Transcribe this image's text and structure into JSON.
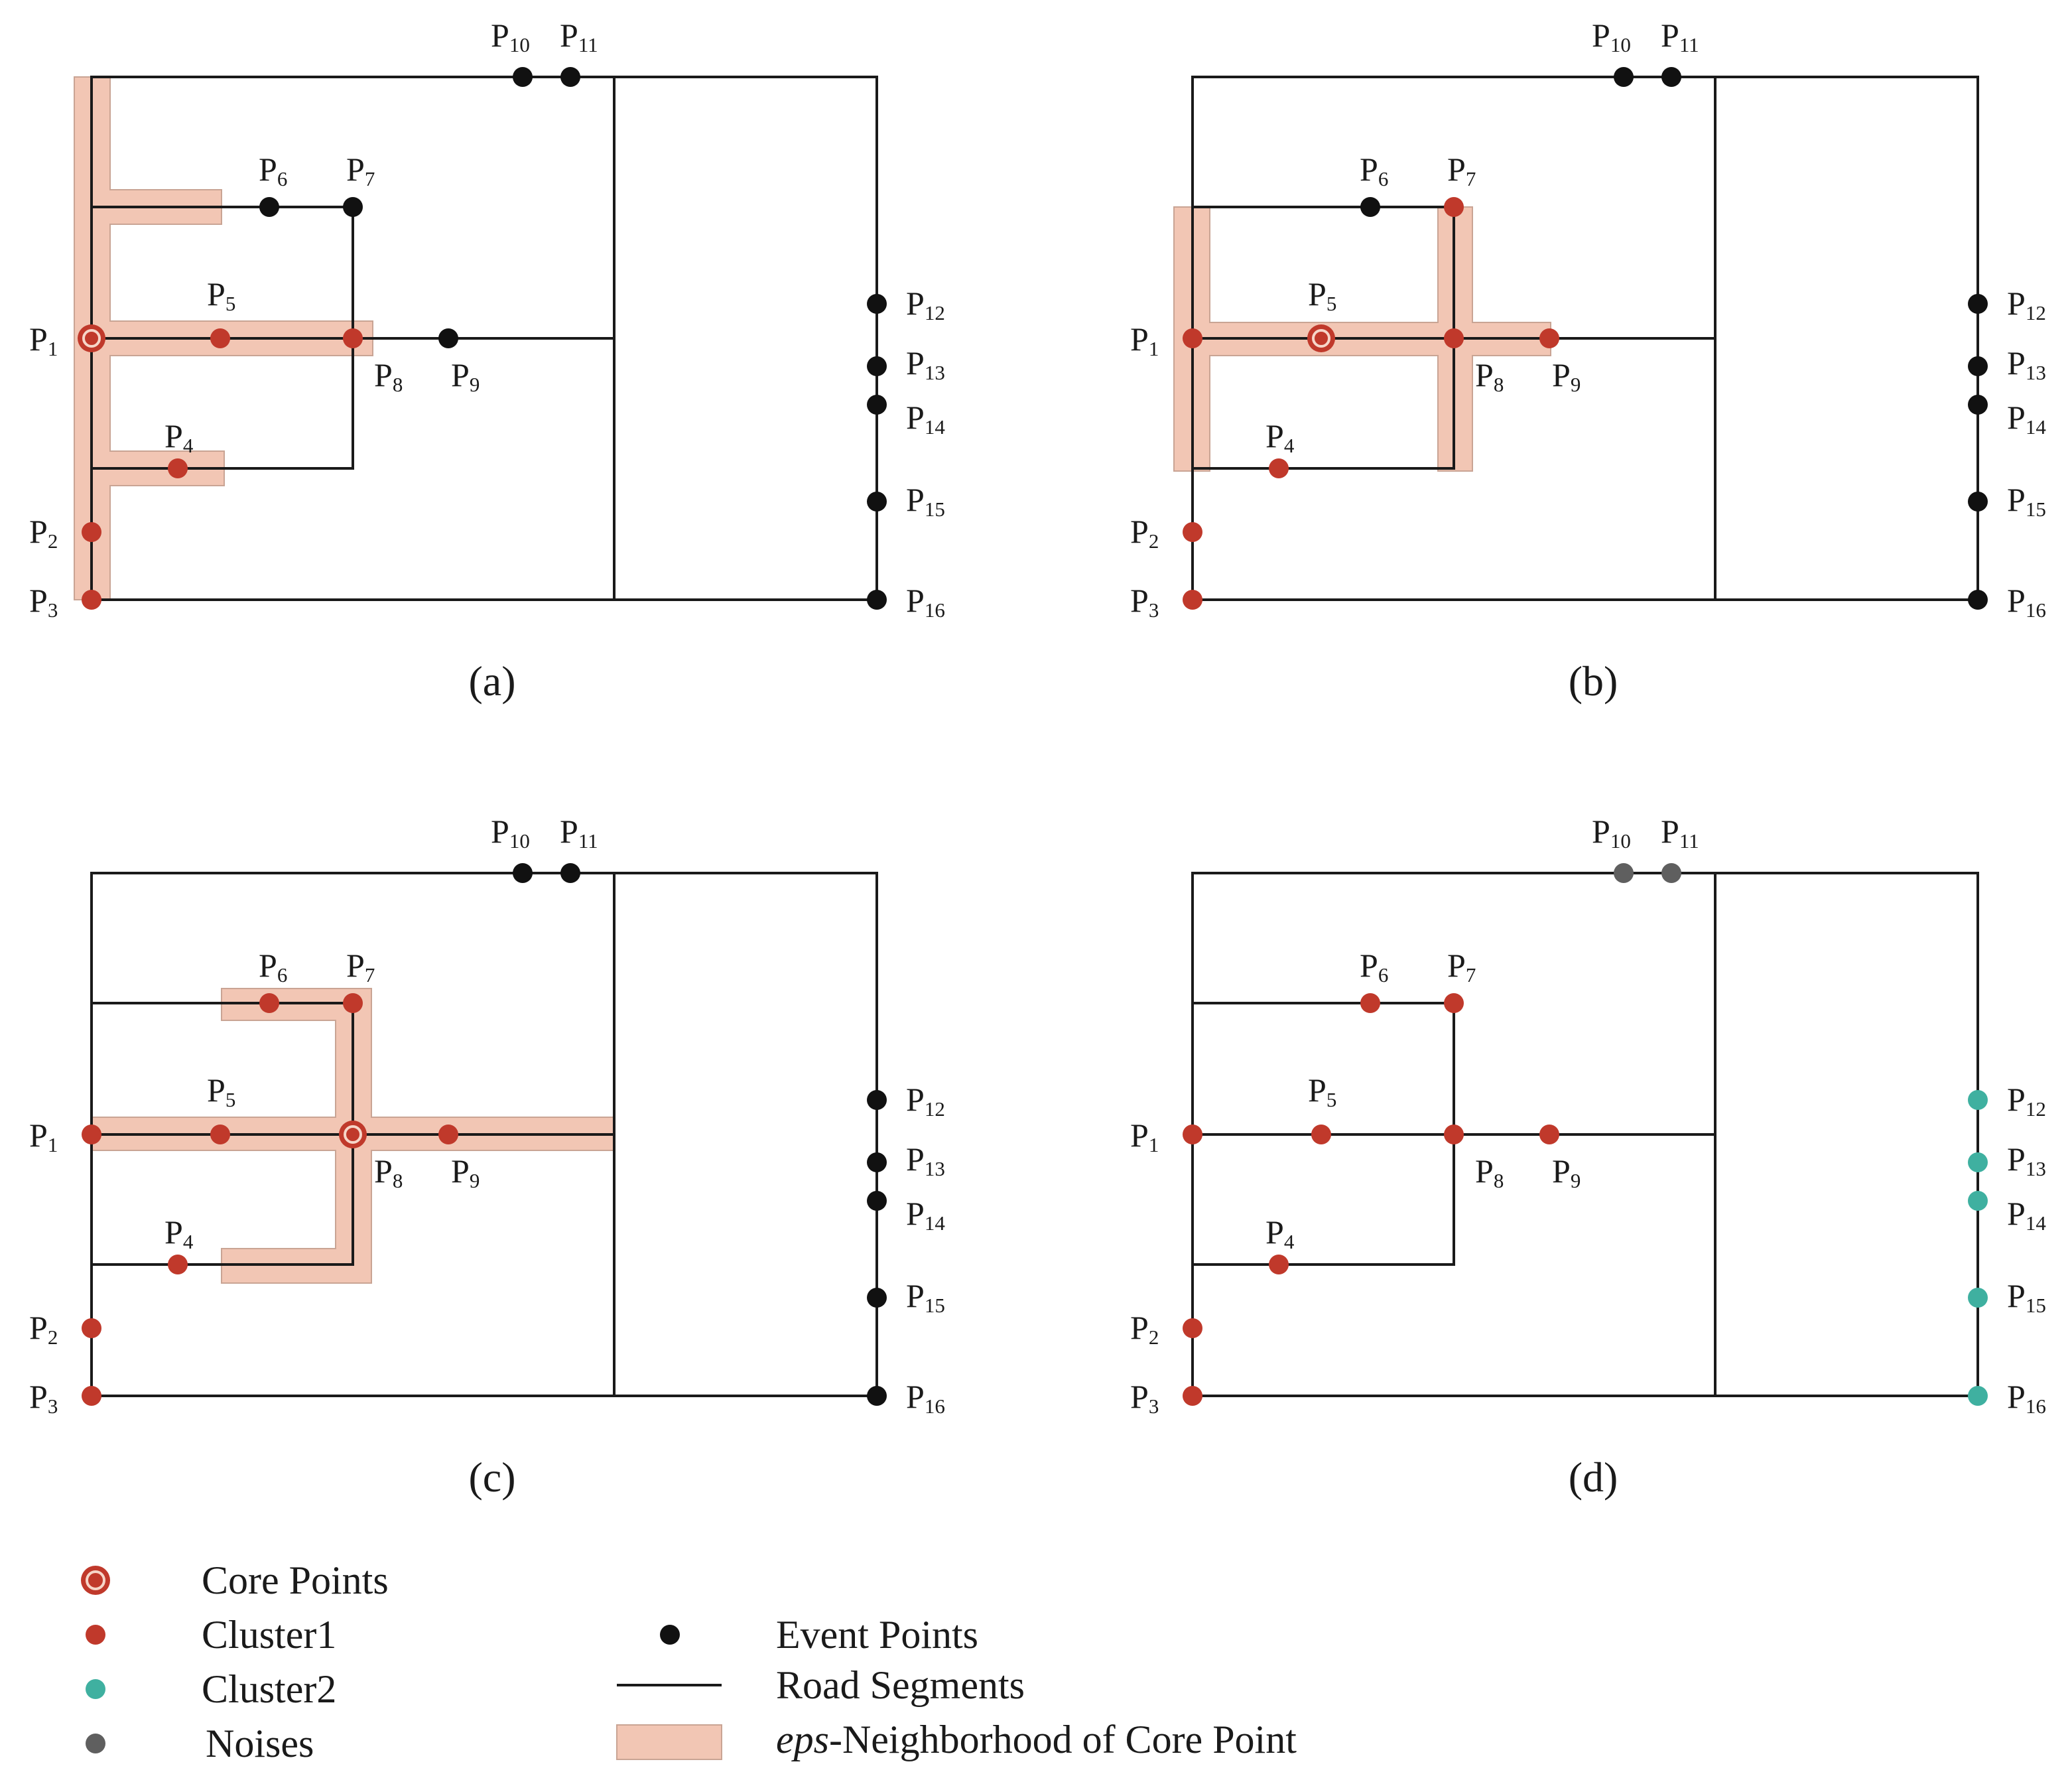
{
  "colors": {
    "cluster1": "#c0392b",
    "cluster2": "#3fb0a0",
    "noise": "#5f5f5f",
    "event": "#111111",
    "eps_fill": "#f2c6b4"
  },
  "panels": [
    {
      "caption": "(a)",
      "points": {
        "P1": "core",
        "P2": "cluster1",
        "P3": "cluster1",
        "P4": "cluster1",
        "P5": "cluster1",
        "P6": "event",
        "P7": "event",
        "P8": "cluster1",
        "P9": "event",
        "P10": "event",
        "P11": "event",
        "P12": "event",
        "P13": "event",
        "P14": "event",
        "P15": "event",
        "P16": "event"
      }
    },
    {
      "caption": "(b)",
      "points": {
        "P1": "cluster1",
        "P2": "cluster1",
        "P3": "cluster1",
        "P4": "cluster1",
        "P5": "core",
        "P6": "event",
        "P7": "cluster1",
        "P8": "cluster1",
        "P9": "cluster1",
        "P10": "event",
        "P11": "event",
        "P12": "event",
        "P13": "event",
        "P14": "event",
        "P15": "event",
        "P16": "event"
      }
    },
    {
      "caption": "(c)",
      "points": {
        "P1": "cluster1",
        "P2": "cluster1",
        "P3": "cluster1",
        "P4": "cluster1",
        "P5": "cluster1",
        "P6": "cluster1",
        "P7": "cluster1",
        "P8": "core",
        "P9": "cluster1",
        "P10": "event",
        "P11": "event",
        "P12": "event",
        "P13": "event",
        "P14": "event",
        "P15": "event",
        "P16": "event"
      }
    },
    {
      "caption": "(d)",
      "points": {
        "P1": "cluster1",
        "P2": "cluster1",
        "P3": "cluster1",
        "P4": "cluster1",
        "P5": "cluster1",
        "P6": "cluster1",
        "P7": "cluster1",
        "P8": "cluster1",
        "P9": "cluster1",
        "P10": "noise",
        "P11": "noise",
        "P12": "cluster2",
        "P13": "cluster2",
        "P14": "cluster2",
        "P15": "cluster2",
        "P16": "cluster2"
      }
    }
  ],
  "legend": {
    "core": "Core Points",
    "cluster1": "Cluster1",
    "cluster2": "Cluster2",
    "noise": "Noises",
    "event": "Event Points",
    "road": "Road Segments",
    "eps_italic": "eps",
    "eps_rest": "-Neighborhood of Core Point"
  }
}
